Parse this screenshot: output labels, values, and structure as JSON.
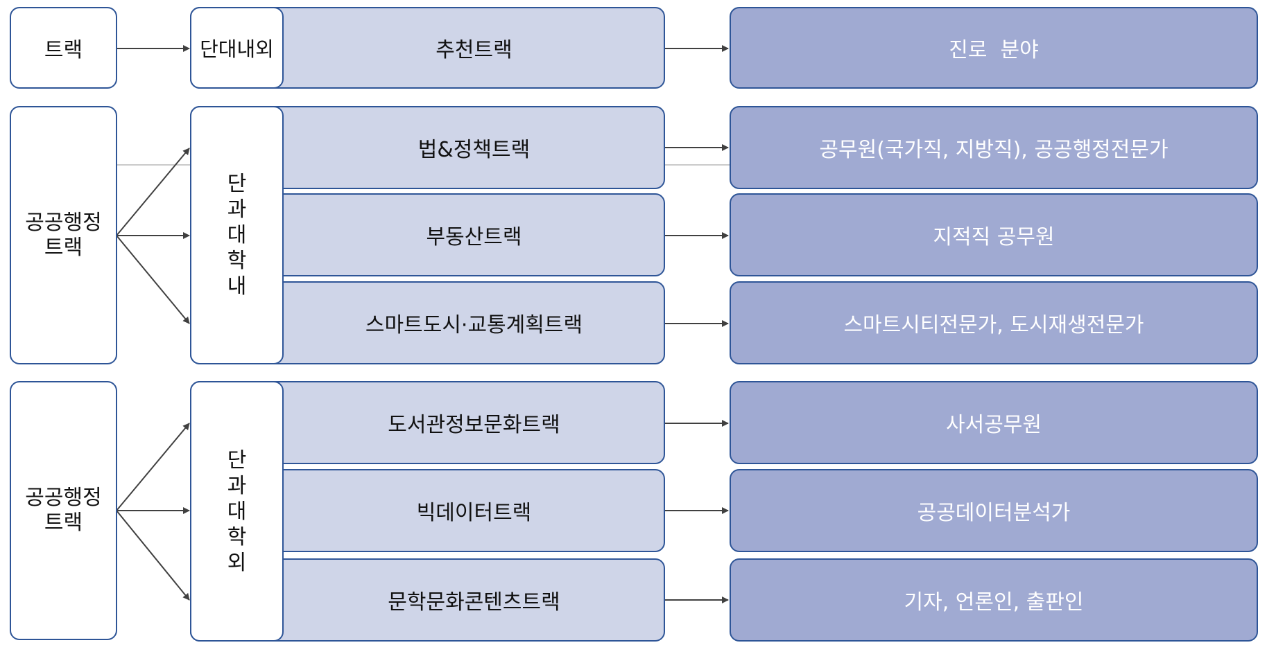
{
  "header": {
    "track": "트랙",
    "scope": "단대내외",
    "recommended": "추천트랙",
    "career": "진로  분야"
  },
  "groups": [
    {
      "left_label": [
        "공공행정",
        "트랙"
      ],
      "scope_label": [
        "단",
        "과",
        "대",
        "학",
        "내"
      ],
      "tracks": [
        "법&정책트랙",
        "부동산트랙",
        "스마트도시·교통계획트랙"
      ],
      "careers": [
        "공무원(국가직, 지방직), 공공행정전문가",
        "지적직 공무원",
        "스마트시티전문가, 도시재생전문가"
      ]
    },
    {
      "left_label": [
        "공공행정",
        "트랙"
      ],
      "scope_label": [
        "단",
        "과",
        "대",
        "학",
        "외"
      ],
      "tracks": [
        "도서관정보문화트랙",
        "빅데이터트랙",
        "문학문화콘텐츠트랙"
      ],
      "careers": [
        "사서공무원",
        "공공데이터분석가",
        "기자, 언론인, 출판인"
      ]
    }
  ],
  "colors": {
    "border": "#2e5597",
    "track_fill": "#cfd5e8",
    "career_fill": "#a0aad2",
    "arrow": "#404040"
  }
}
